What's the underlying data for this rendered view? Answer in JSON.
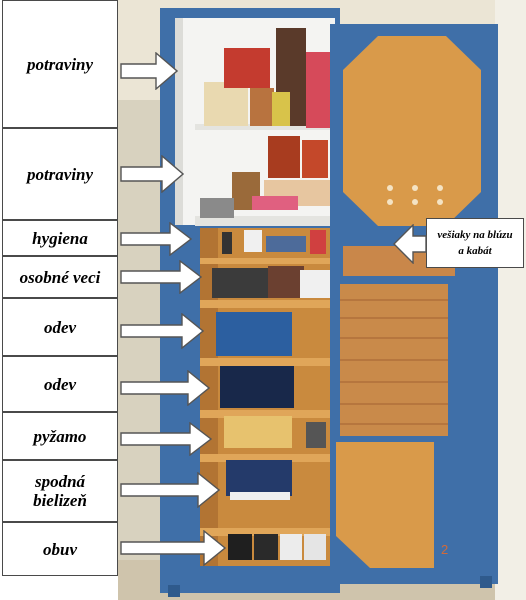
{
  "labels": [
    {
      "text": "potraviny"
    },
    {
      "text": "potraviny"
    },
    {
      "text": "hygiena"
    },
    {
      "text": "osobné veci"
    },
    {
      "text": "odev"
    },
    {
      "text": "odev"
    },
    {
      "text": "pyžamo"
    },
    {
      "text": "spodná bielizeň"
    },
    {
      "text": "obuv"
    }
  ],
  "note": {
    "text": "vešiaky na blúzu a kabát"
  },
  "photo_stamp": "2",
  "colors": {
    "cabinet_frame": "#3f6fa8",
    "shelf_wood": "#c98a3e",
    "door_panel": "#d99a4a",
    "wall": "#ece6d6",
    "interior_white": "#f4f4f2"
  }
}
